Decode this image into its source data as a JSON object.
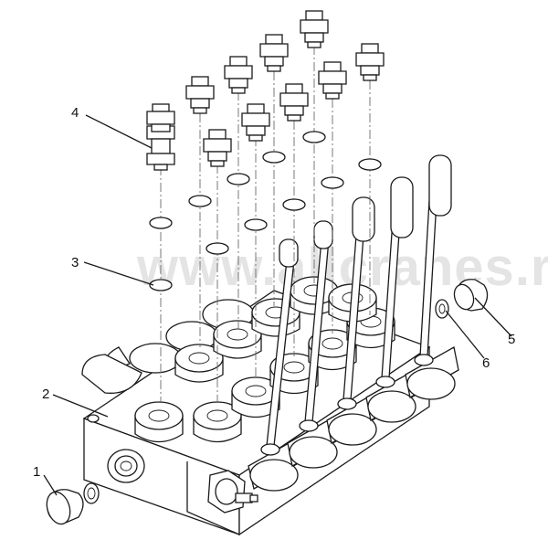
{
  "watermark": "www.allcranes.ru",
  "callouts": [
    {
      "id": "1",
      "label": "1"
    },
    {
      "id": "2",
      "label": "2"
    },
    {
      "id": "3",
      "label": "3"
    },
    {
      "id": "4",
      "label": "4"
    },
    {
      "id": "5",
      "label": "5"
    },
    {
      "id": "6",
      "label": "6"
    }
  ]
}
